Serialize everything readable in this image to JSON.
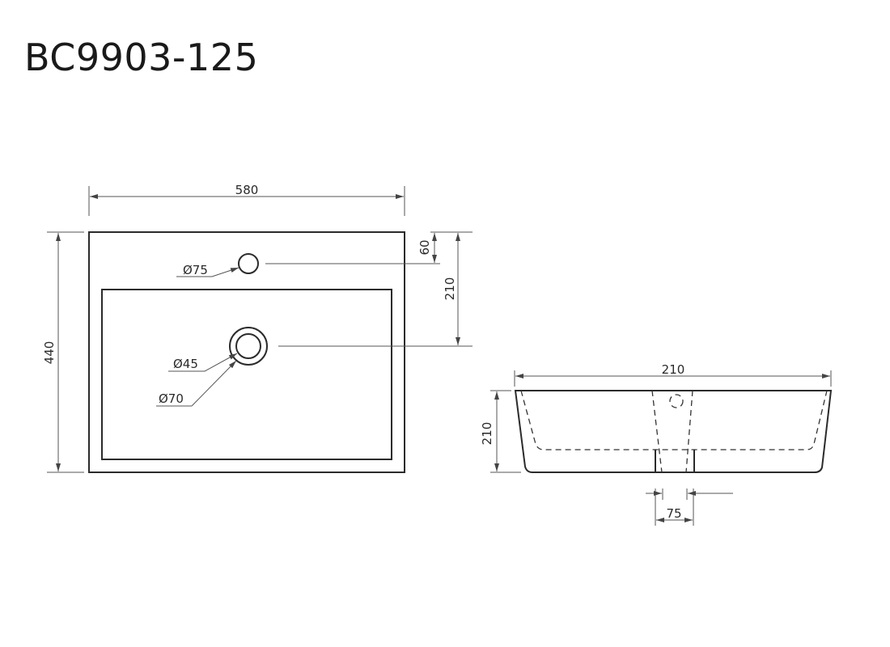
{
  "title": "BC9903-125",
  "top_view": {
    "width_label": "580",
    "height_label": "440",
    "tap_hole_label": "Ø75",
    "drain_inner_label": "Ø45",
    "drain_outer_label": "Ø70",
    "tap_offset_label": "60",
    "drain_offset_label": "210"
  },
  "side_view": {
    "width_label": "210",
    "height_label": "210",
    "drain_width_label": "75"
  },
  "colors": {
    "line": "#2b2b2b",
    "dimension": "#555555",
    "background": "#ffffff"
  }
}
